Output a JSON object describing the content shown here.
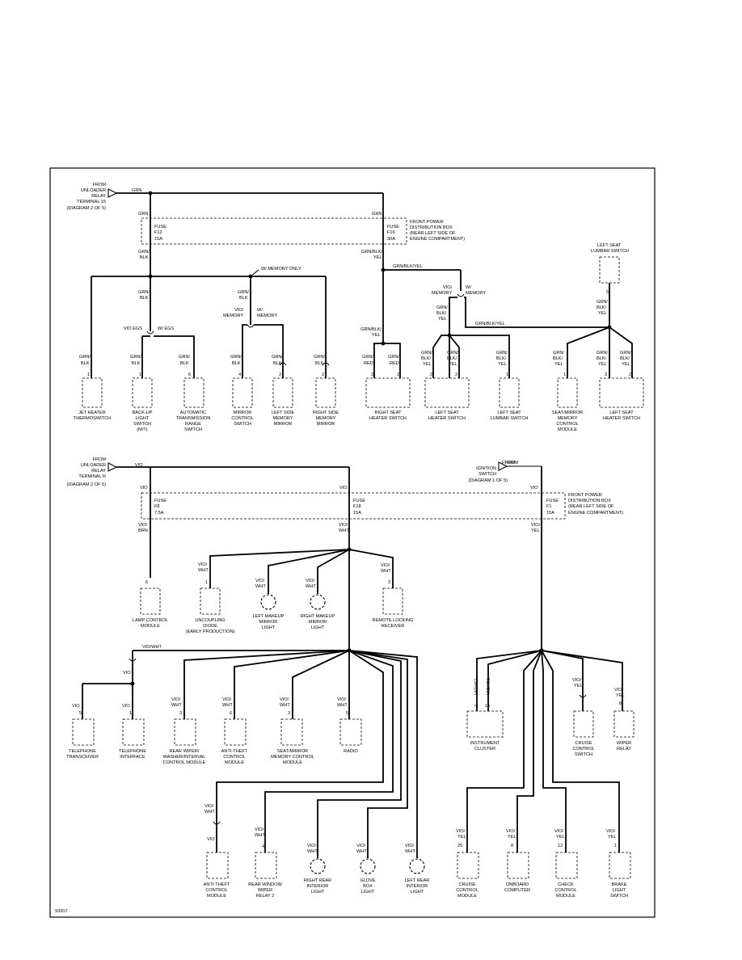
{
  "diagram_code": "93207",
  "top": {
    "src_from": "FROM",
    "src_name": "UNLOADER",
    "src_relay": "RELAY",
    "src_term": "TERMINAL 15",
    "src_diag": "(DIAGRAM 2 OF 5)",
    "w_grn": "GRN",
    "pdb1": "FRONT POWER",
    "pdb2": "DISTRIBUTION BOX",
    "pdb3": "(REAR LEFT SIDE OF",
    "pdb4": "ENGINE COMPARTMENT)",
    "fuse": "FUSE",
    "f12": "F12",
    "f12a": "15A",
    "f16": "F16",
    "f16a": "30A",
    "grn_slash": "GRN/",
    "blk": "BLK",
    "yel": "YEL",
    "red": "RED",
    "grn_blk_yel": "GRN/BLK/YEL",
    "grn_blk_slash": "GRN/BLK/",
    "blk_slash": "BLK/",
    "wmem_only": "W/ MEMORY ONLY",
    "vio_slash": "VIO/",
    "memory": "MEMORY",
    "w_slash": "W/",
    "vio_egs": "VIO EGS",
    "w_egs": "W/ EGS",
    "lumbar_l1": "LEFT SEAT",
    "lumbar_l2": "LUMBAR SWITCH",
    "pin5": "5",
    "pin1": "1",
    "pin2": "2",
    "pin3": "3",
    "pin4": "4",
    "pin6": "6",
    "c_jet1": "JET HEATER",
    "c_jet2": "THERMOSWITCH",
    "c_bu1": "BACK-UP",
    "c_bu2": "LIGHT",
    "c_bu3": "SWITCH",
    "c_bu4": "(M/T)",
    "c_at1": "AUTOMATIC",
    "c_at2": "TRANSMISSION",
    "c_at3": "RANGE",
    "c_at4": "SWITCH",
    "c_mc1": "MIRROR",
    "c_mc2": "CONTROL",
    "c_mc3": "SWITCH",
    "c_lm1": "LEFT SIDE",
    "c_lm2": "MEMORY",
    "c_lm3": "MIRROR",
    "c_rm1": "RIGHT SIDE",
    "c_rm2": "MEMORY",
    "c_rm3": "MIRROR",
    "c_rs1": "RIGHT SEAT",
    "c_rs2": "HEATER SWITCH",
    "c_ls1": "LEFT SEAT",
    "c_ls2": "HEATER SWITCH",
    "c_ll1": "LEFT SEAT",
    "c_ll2": "LUMBAR SWITCH",
    "c_sm1": "SEAT/MIRROR",
    "c_sm2": "MEMORY",
    "c_sm3": "CONTROL",
    "c_sm4": "MODULE",
    "c_lh1": "LEFT SEAT",
    "c_lh2": "HEATER SWITCH"
  },
  "bottom": {
    "src_from": "FROM",
    "src_name": "UNLOADER",
    "src_relay": "RELAY",
    "src_term": "TERMINAL R",
    "src_diag": "(DIAGRAM 2 OF 5)",
    "ign_from": "FROM",
    "ign_name": "IGNITION",
    "ign_sw": "SWITCH",
    "ign_diag": "(DIAGRAM 1 OF 5)",
    "vio": "VIO",
    "vio_slash": "VIO/",
    "brn": "BRN",
    "wht": "WHT",
    "yel": "YEL",
    "vio_wht": "VIO/WHT",
    "vio_yel": "VIO/YEL",
    "fuse": "FUSE",
    "f8": "F8",
    "f8a": "7.5A",
    "f18": "F18",
    "f18a": "15A",
    "f1": "F1",
    "f1a": "15A",
    "pdb1": "FRONT POWER",
    "pdb2": "DISTRIBUTION BOX",
    "pdb3": "(REAR LEFT SIDE OF",
    "pdb4": "ENGINE COMPARTMENT)",
    "pin1": "1",
    "pin2": "2",
    "pin3": "3",
    "pin4": "4",
    "pin5": "5",
    "pin6": "6",
    "pin8": "8",
    "pin12": "12",
    "pin15": "15",
    "pin25": "25",
    "c_lamp1": "LAMP CONTROL",
    "c_lamp2": "MODULE",
    "c_unc1": "UNCOUPLING",
    "c_unc2": "DIODE",
    "c_unc3": "(EARLY PRODUCTION)",
    "c_lmk1": "LEFT MAKEUP",
    "c_lmk2": "MIRROR",
    "c_lmk3": "LIGHT",
    "c_rmk1": "RIGHT MAKEUP",
    "c_rmk2": "MIRROR",
    "c_rmk3": "LIGHT",
    "c_rl1": "REMOTE LOCKING",
    "c_rl2": "RECEIVER",
    "c_tt1": "TELEPHONE",
    "c_tt2": "TRANSCEIVER",
    "c_ti1": "TELEPHONE",
    "c_ti2": "INTERFACE",
    "c_rw1": "REAR WIPER/",
    "c_rw2": "WASHER/INTERVAL",
    "c_rw3": "CONTROL MODULE",
    "c_at1": "ANTI-THEFT",
    "c_at2": "CONTROL",
    "c_at3": "MODULE",
    "c_smm1": "SEAT/MIRROR",
    "c_smm2": "MEMORY CONTROL",
    "c_smm3": "MODULE",
    "c_radio": "RADIO",
    "c_ic1": "INSTRUMENT",
    "c_ic2": "CLUSTER",
    "c_ccs1": "CRUISE",
    "c_ccs2": "CONTROL",
    "c_ccs3": "SWITCH",
    "c_wr1": "WIPER",
    "c_wr2": "RELAY",
    "c_atm1": "ANTI-THEFT",
    "c_atm2": "CONTROL",
    "c_atm3": "MODULE",
    "c_rww1": "REAR WINDOW",
    "c_rww2": "WIPER",
    "c_rww3": "RELAY 2",
    "c_rri1": "RIGHT REAR",
    "c_rri2": "INTERIOR",
    "c_rri3": "LIGHT",
    "c_gb1": "GLOVE",
    "c_gb2": "BOX",
    "c_gb3": "LIGHT",
    "c_lri1": "LEFT REAR",
    "c_lri2": "INTERIOR",
    "c_lri3": "LIGHT",
    "c_ccm1": "CRUISE",
    "c_ccm2": "CONTROL",
    "c_ccm3": "MODULE",
    "c_obc1": "ONBOARD",
    "c_obc2": "COMPUTER",
    "c_chk1": "CHECK",
    "c_chk2": "CONTROL",
    "c_chk3": "MODULE",
    "c_brk1": "BRAKE",
    "c_brk2": "LIGHT",
    "c_brk3": "SWITCH"
  }
}
